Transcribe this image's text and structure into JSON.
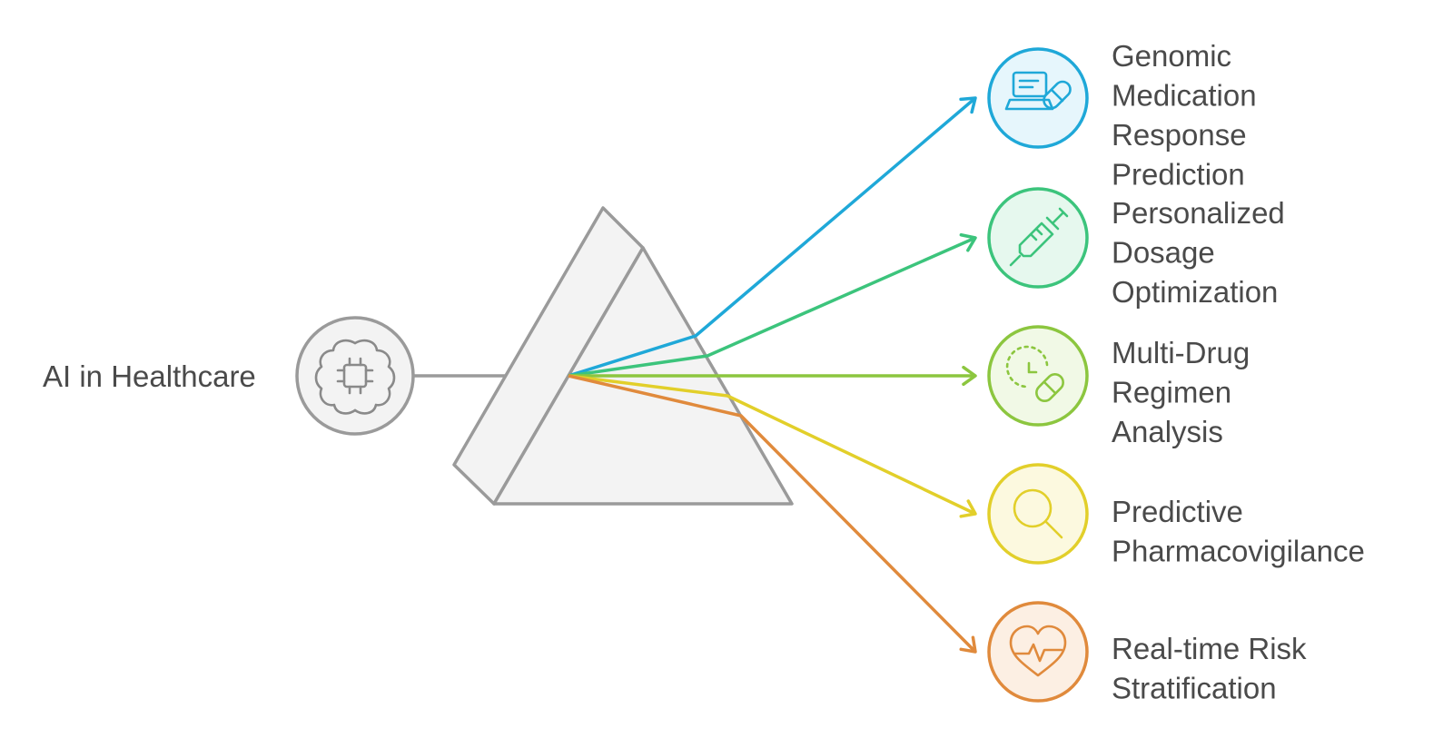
{
  "source": {
    "label": "AI in Healthcare",
    "icon": "brain-chip-icon"
  },
  "outputs": [
    {
      "lines": [
        "Genomic",
        "Medication",
        "Response",
        "Prediction"
      ],
      "icon": "laptop-pill-icon",
      "color": "#1fa8d8",
      "fill": "#e6f6fc"
    },
    {
      "lines": [
        "Personalized",
        "Dosage",
        "Optimization"
      ],
      "icon": "syringe-icon",
      "color": "#3cc47c",
      "fill": "#e6f8ee"
    },
    {
      "lines": [
        "Multi-Drug",
        "Regimen",
        "Analysis"
      ],
      "icon": "clock-pill-icon",
      "color": "#8cc63f",
      "fill": "#f1f9e6"
    },
    {
      "lines": [
        "Predictive",
        "Pharmacovigilance"
      ],
      "icon": "magnifier-icon",
      "color": "#e2cf2a",
      "fill": "#fcf9df"
    },
    {
      "lines": [
        "Real-time Risk",
        "Stratification"
      ],
      "icon": "heartbeat-icon",
      "color": "#e08a3c",
      "fill": "#fcefe3"
    }
  ]
}
